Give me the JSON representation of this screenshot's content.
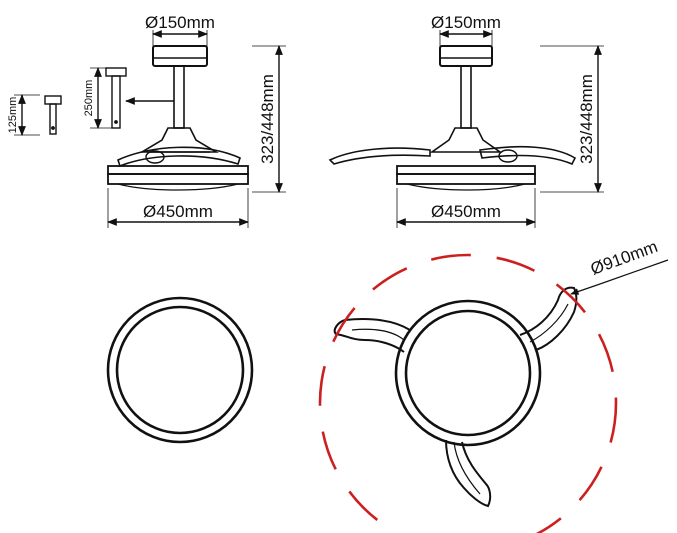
{
  "labels": {
    "left_top_diameter": "Ø150mm",
    "right_top_diameter": "Ø150mm",
    "left_height": "323/448mm",
    "right_height": "323/448mm",
    "left_bottom_diameter": "Ø450mm",
    "right_bottom_diameter": "Ø450mm",
    "rod_short": "125mm",
    "rod_long": "250mm",
    "span_diameter": "Ø910mm"
  },
  "colors": {
    "line": "#111111",
    "span_circle": "#cc1f1f"
  }
}
